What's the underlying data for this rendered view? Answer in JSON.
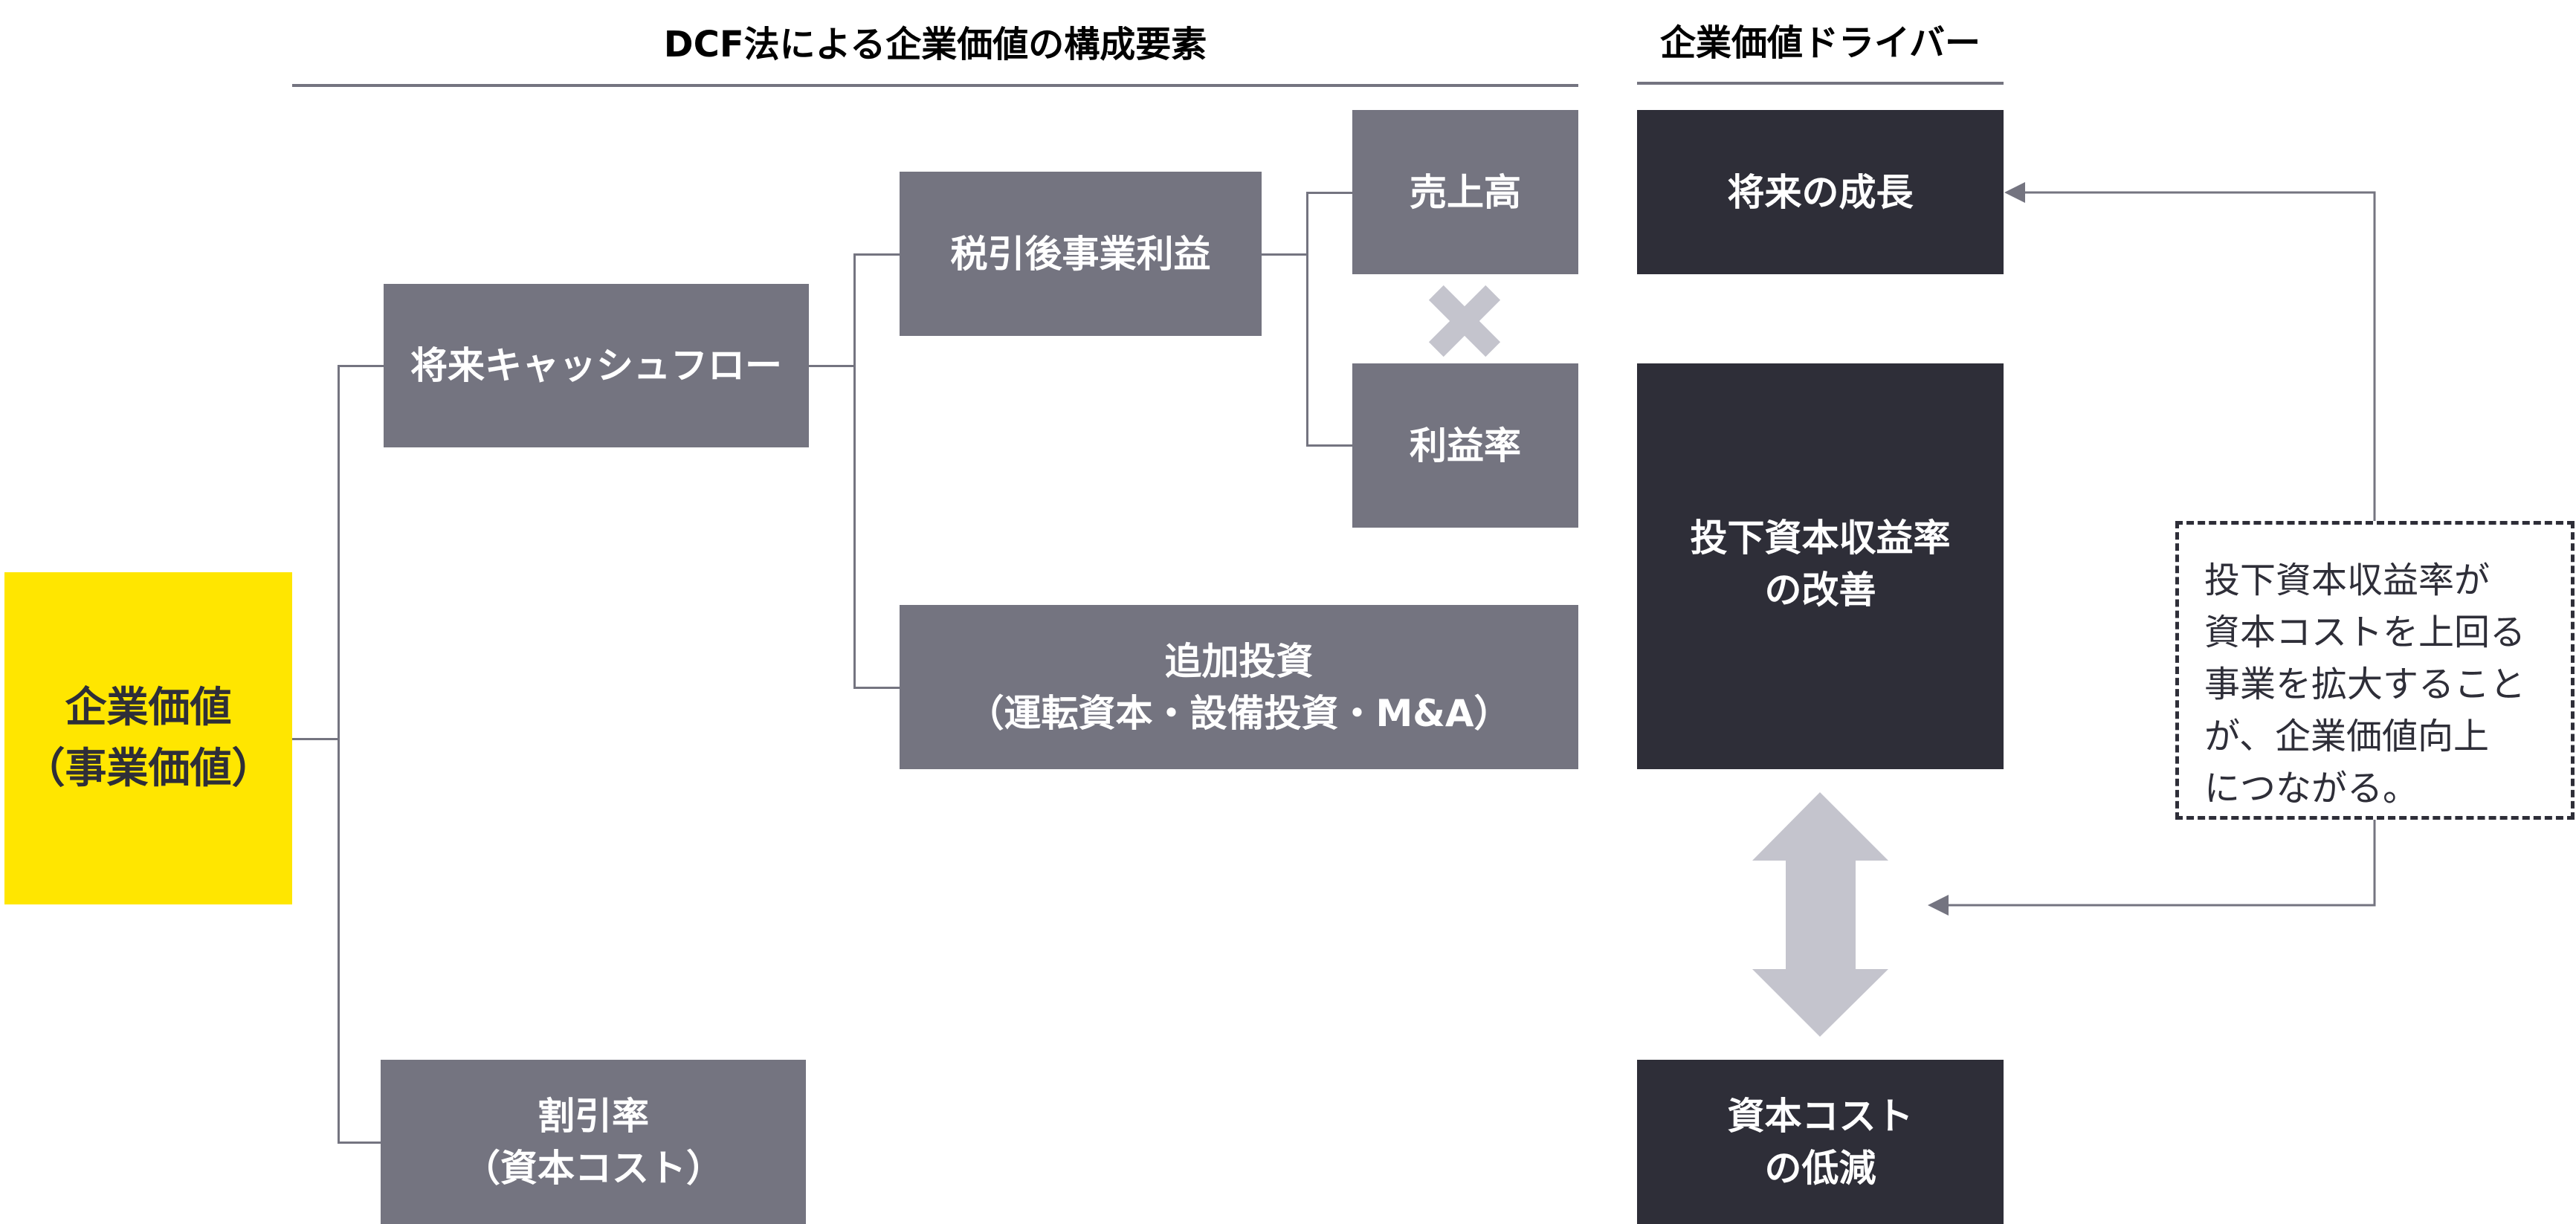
{
  "headers": {
    "left": "DCF法による企業価値の構成要素",
    "right": "企業価値ドライバー"
  },
  "nodes": {
    "enterprise_value": "企業価値\n（事業価値）",
    "future_cash_flow": "将来キャッシュフロー",
    "discount_rate": "割引率\n（資本コスト）",
    "nopat": "税引後事業利益",
    "additional_investment": "追加投資\n（運転資本・設備投資・M&A）",
    "sales": "売上高",
    "profit_margin": "利益率",
    "multiply_symbol": "✖"
  },
  "drivers": {
    "future_growth": "将来の成長",
    "roic_improvement": "投下資本収益率\nの改善",
    "cost_of_capital_reduction": "資本コスト\nの低減"
  },
  "note": {
    "text": "投下資本収益率が\n資本コストを上回る\n事業を拡大すること\nが、企業価値向上\nにつながる。"
  },
  "colors": {
    "accent_yellow": "#FFE600",
    "component_gray": "#747480",
    "driver_dark": "#2E2E38",
    "arrow_light": "#C4C4CD"
  }
}
